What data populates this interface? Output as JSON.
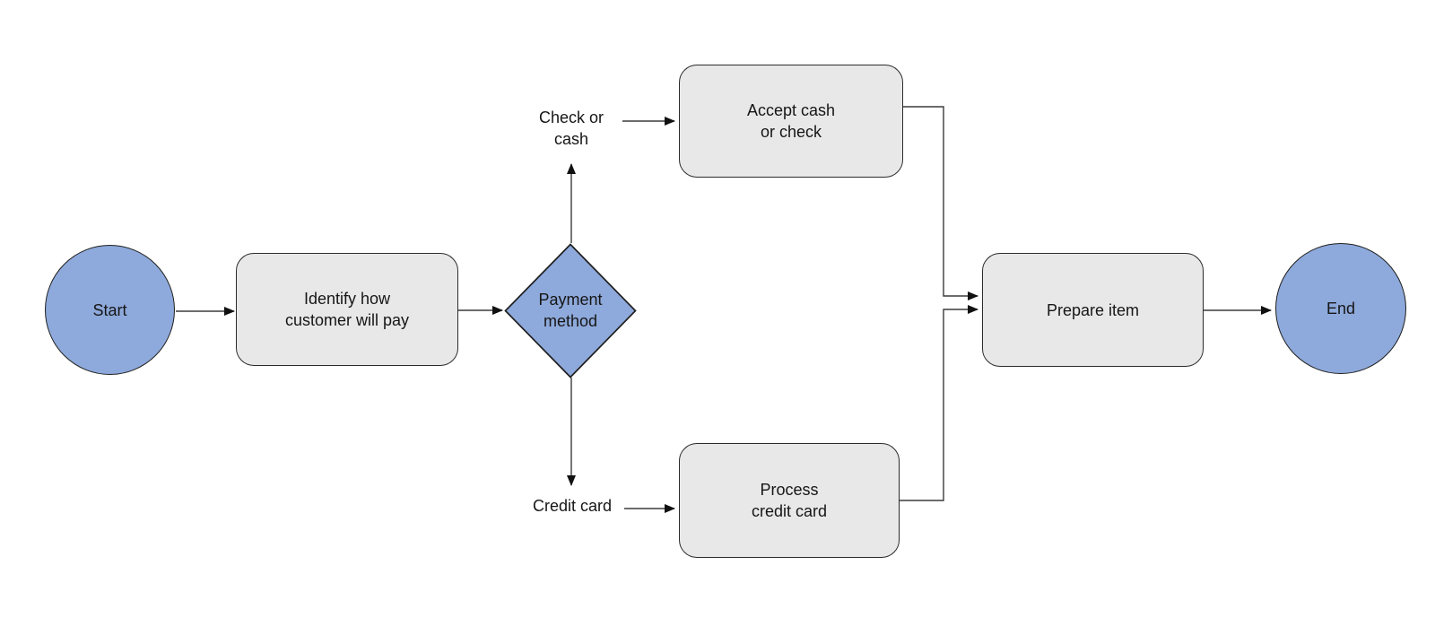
{
  "diagram": {
    "type": "flowchart",
    "background": "#ffffff",
    "colors": {
      "terminal_fill": "#8EA9DB",
      "decision_fill": "#8EA9DB",
      "process_fill": "#E8E8E8",
      "shape_border": "#1F1F1F",
      "connector": "#3B3B3B",
      "text": "#161616"
    },
    "nodes": {
      "start": {
        "label": "Start",
        "shape": "circle"
      },
      "identify": {
        "label": "Identify how\ncustomer will pay",
        "shape": "rounded-rectangle"
      },
      "payment_method": {
        "label": "Payment\nmethod",
        "shape": "diamond"
      },
      "accept_cash": {
        "label": "Accept cash\nor check",
        "shape": "rounded-rectangle"
      },
      "process_credit": {
        "label": "Process\ncredit card",
        "shape": "rounded-rectangle"
      },
      "prepare_item": {
        "label": "Prepare item",
        "shape": "rounded-rectangle"
      },
      "end": {
        "label": "End",
        "shape": "circle"
      }
    },
    "edge_labels": {
      "check_or_cash": "Check or\ncash",
      "credit_card": "Credit card"
    },
    "connections": [
      {
        "from": "Start",
        "to": "Identify how customer will pay",
        "label": ""
      },
      {
        "from": "Identify how customer will pay",
        "to": "Payment method",
        "label": ""
      },
      {
        "from": "Payment method",
        "to": "Accept cash or check",
        "label": "Check or cash"
      },
      {
        "from": "Payment method",
        "to": "Process credit card",
        "label": "Credit card"
      },
      {
        "from": "Accept cash or check",
        "to": "Prepare item",
        "label": ""
      },
      {
        "from": "Process credit card",
        "to": "Prepare item",
        "label": ""
      },
      {
        "from": "Prepare item",
        "to": "End",
        "label": ""
      }
    ]
  }
}
